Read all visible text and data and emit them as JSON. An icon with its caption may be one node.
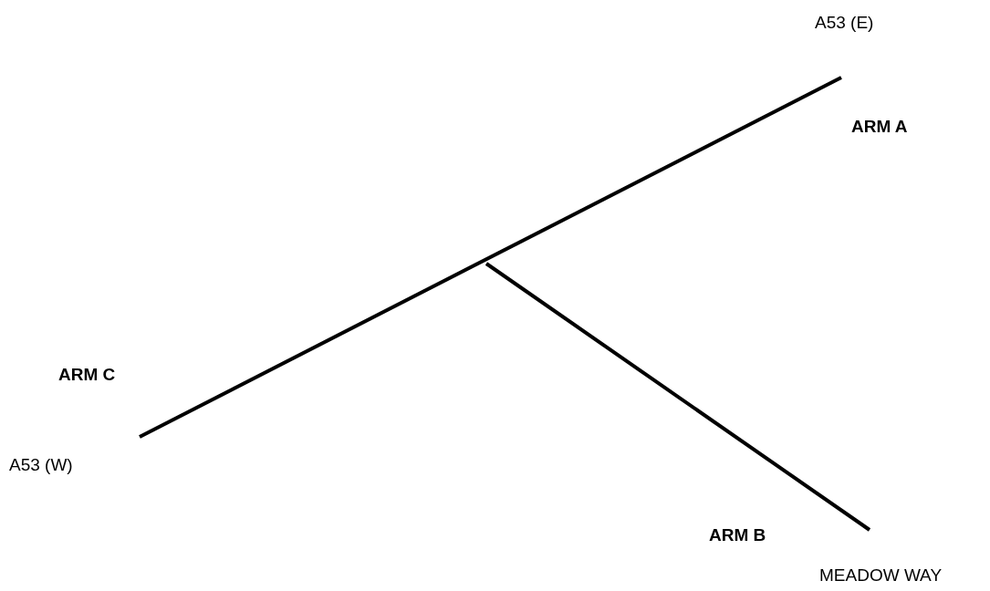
{
  "diagram": {
    "labels": [
      "A53 (E)",
      "ARM A",
      "ARM C",
      "A53 (W)",
      "ARM B",
      "MEADOW WAY"
    ]
  }
}
